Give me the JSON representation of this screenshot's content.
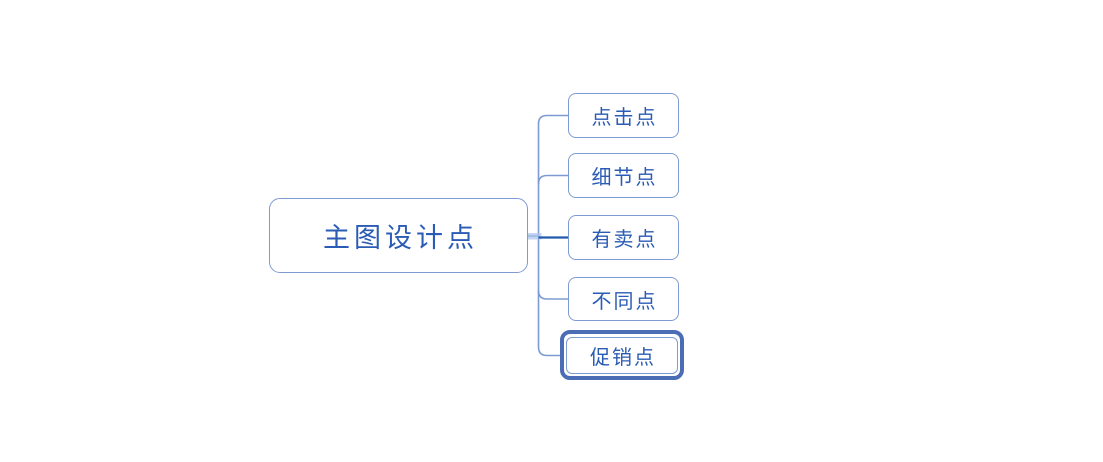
{
  "mindmap": {
    "root": {
      "label": "主图设计点"
    },
    "children": [
      {
        "label": "点击点",
        "selected": false
      },
      {
        "label": "细节点",
        "selected": false
      },
      {
        "label": "有卖点",
        "selected": false
      },
      {
        "label": "不同点",
        "selected": false
      },
      {
        "label": "促销点",
        "selected": true
      }
    ],
    "colors": {
      "node_border": "#7D9BD2",
      "node_fill": "#FFFFFF",
      "connector": "#7D9BD2",
      "connector_emphasis": "#1F5AAE",
      "connector_highlight": "#A9C3E9",
      "text": "#2A5BB5",
      "selection_border": "#4A6DB6"
    }
  }
}
